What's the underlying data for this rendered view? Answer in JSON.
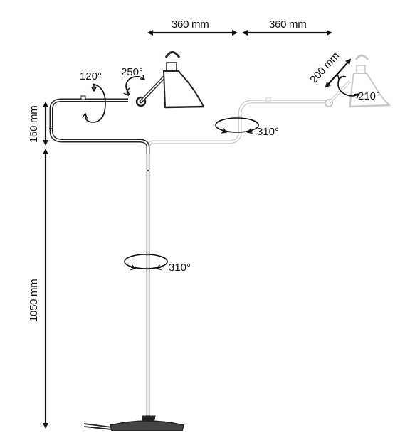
{
  "dimensions": {
    "arm_length_1": "360 mm",
    "arm_length_2": "360 mm",
    "head_arm_length": "200 mm",
    "upper_height": "160 mm",
    "base_height": "1050 mm"
  },
  "rotations": {
    "elbow": "120°",
    "head_joint": "250°",
    "shade_tilt": "210°",
    "arm_swivel": "310°",
    "stem_swivel": "310°"
  },
  "colors": {
    "lamp": "#222222",
    "ghost": "#c8c8c8",
    "ink": "#111111"
  }
}
